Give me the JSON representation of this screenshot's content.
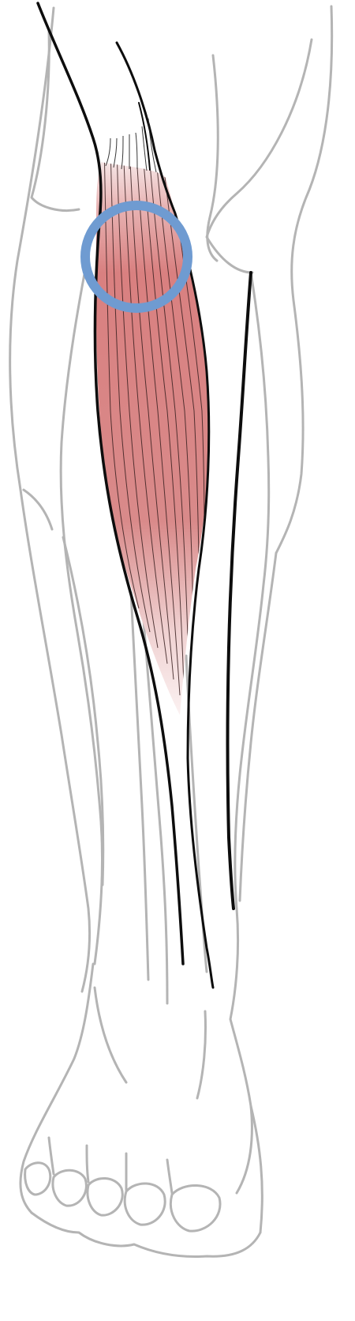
{
  "diagram": {
    "subject": "lower-leg-anterior-view",
    "highlighted_structure": "tibialis-anterior-muscle",
    "marker_shape": "ring"
  },
  "colors": {
    "background": "#ffffff",
    "outline_gray": "#b4b4b4",
    "outline_black": "#0d0d0d",
    "muscle_base": "#d98080",
    "muscle_light": "#f4dcdc",
    "muscle_fiber": "#3a2020",
    "marker_ring": "#6f9bd1"
  }
}
